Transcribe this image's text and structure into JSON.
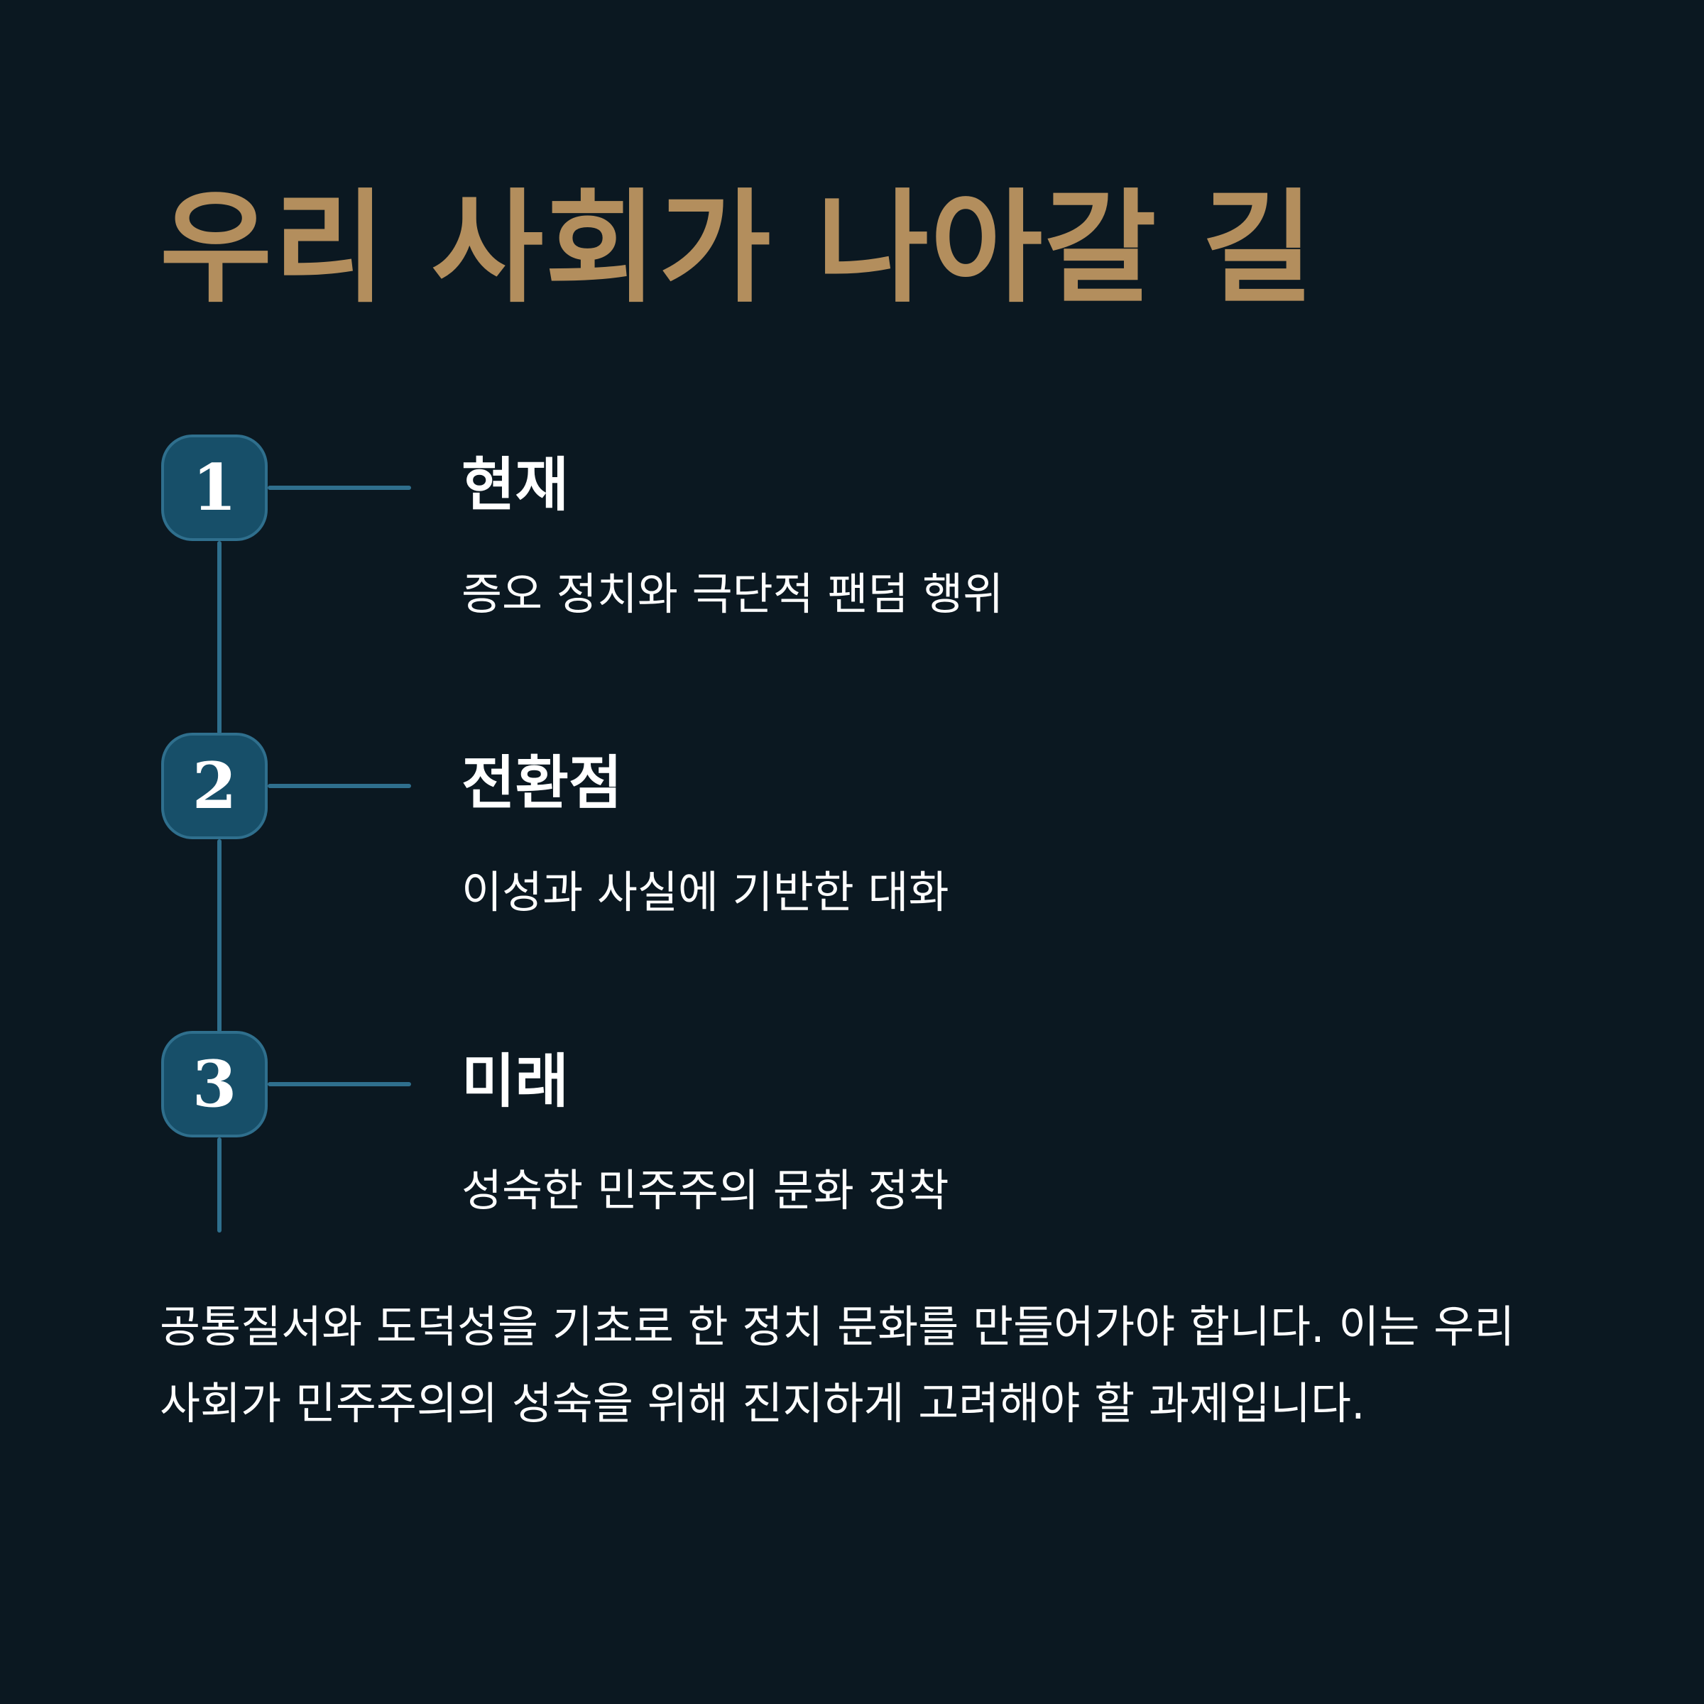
{
  "title": "우리 사회가 나아갈 길",
  "colors": {
    "background": "#0b1821",
    "title": "#b38e5d",
    "badge_fill": "#174f69",
    "line": "#2f6f8d",
    "text": "#ffffff"
  },
  "steps": [
    {
      "number": "1",
      "title": "현재",
      "description": "증오 정치와 극단적 팬덤 행위"
    },
    {
      "number": "2",
      "title": "전환점",
      "description": "이성과 사실에 기반한 대화"
    },
    {
      "number": "3",
      "title": "미래",
      "description": "성숙한 민주주의 문화 정착"
    }
  ],
  "conclusion": "공통질서와 도덕성을 기초로 한 정치 문화를 만들어가야 합니다. 이는 우리 사회가 민주주의의 성숙을 위해 진지하게 고려해야 할 과제입니다."
}
